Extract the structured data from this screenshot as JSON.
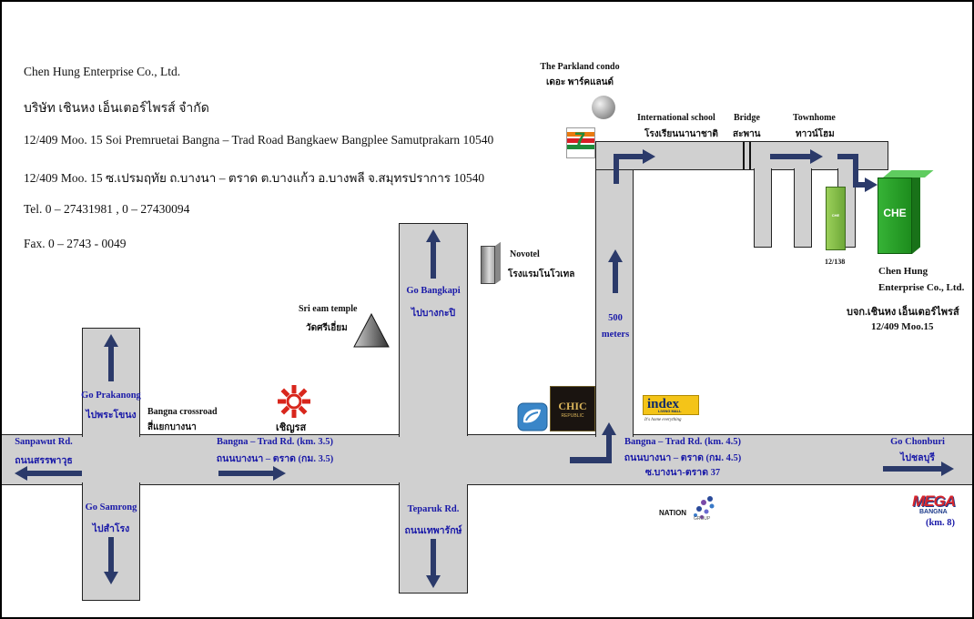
{
  "company": {
    "name_en": "Chen Hung Enterprise Co., Ltd.",
    "name_th": "บริษัท เชินหง เอ็นเตอร์ไพรส์ จำกัด",
    "address_en": "12/409 Moo. 15 Soi Premruetai Bangna – Trad Road Bangkaew Bangplee Samutprakarn 10540",
    "address_th": "12/409 Moo. 15 ซ.เปรมฤทัย ถ.บางนา – ตราด ต.บางแก้ว อ.บางพลี จ.สมุทรปราการ 10540",
    "tel": "Tel. 0 – 27431981 , 0 – 27430094",
    "fax": "Fax. 0 – 2743 - 0049"
  },
  "landmarks": {
    "parkland_en": "The Parkland condo",
    "parkland_th": "เดอะ พาร์คแลนด์",
    "intl_school_en": "International school",
    "intl_school_th": "โรงเรียนนานาชาติ",
    "bridge_en": "Bridge",
    "bridge_th": "สะพาน",
    "townhome_en": "Townhome",
    "townhome_th": "ทาวน์โฮม",
    "novotel_en": "Novotel",
    "novotel_th": "โรงแรมโนโวเทล",
    "temple_en": "Sri eam temple",
    "temple_th": "วัดศรีเอี่ยม",
    "crossroad_en": "Bangna crossroad",
    "crossroad_th": "สี่แยกบางนา",
    "sevenEleven": "7 ELEVEN",
    "chic": "CHIC",
    "chic_sub": "REPUBLIC",
    "index": "index",
    "index_sub": "LIVING MALL",
    "index_slogan": "It's home everything",
    "nation": "NATION",
    "nation_sub": "GROUP",
    "mega": "MEGA",
    "mega_sub": "BANGNA",
    "mega_km": "(km. 8)",
    "chengrasa": "เชิญรส",
    "che_building": "CHE",
    "bldg_small": "CHE",
    "bldg_small_num": "12/138",
    "che_name_1": "Chen Hung",
    "che_name_2": "Enterprise Co., Ltd.",
    "che_name_th": "บจก.เชินหง เอ็นเตอร์ไพรส์",
    "che_addr": "12/409 Moo.15"
  },
  "roads": {
    "go_prakanong_en": "Go Prakanong",
    "go_prakanong_th": "ไปพระโขนง",
    "go_samrong_en": "Go Samrong",
    "go_samrong_th": "ไปสำโรง",
    "go_bangkapi_en": "Go Bangkapi",
    "go_bangkapi_th": "ไปบางกะปิ",
    "teparuk_en": "Teparuk Rd.",
    "teparuk_th": "ถนนเทพารักษ์",
    "sanpawut_en": "Sanpawut Rd.",
    "sanpawut_th": "ถนนสรรพาวุธ",
    "bangna35_en": "Bangna – Trad Rd. (km. 3.5)",
    "bangna35_th": "ถนนบางนา – ตราด (กม. 3.5)",
    "bangna45_en": "Bangna – Trad Rd. (km. 4.5)",
    "bangna45_th": "ถนนบางนา – ตราด (กม. 4.5)",
    "soi37": "ซ.บางนา-ตราด 37",
    "go_chonburi_en": "Go Chonburi",
    "go_chonburi_th": "ไปชลบุรี",
    "meters_500": "500",
    "meters_label": "meters"
  },
  "colors": {
    "road": "#d0d0d0",
    "arrow": "#2b3a6a",
    "label_blue": "#1a1aa8",
    "che_green": "#2a9a2a",
    "small_green": "#8ac24a"
  }
}
